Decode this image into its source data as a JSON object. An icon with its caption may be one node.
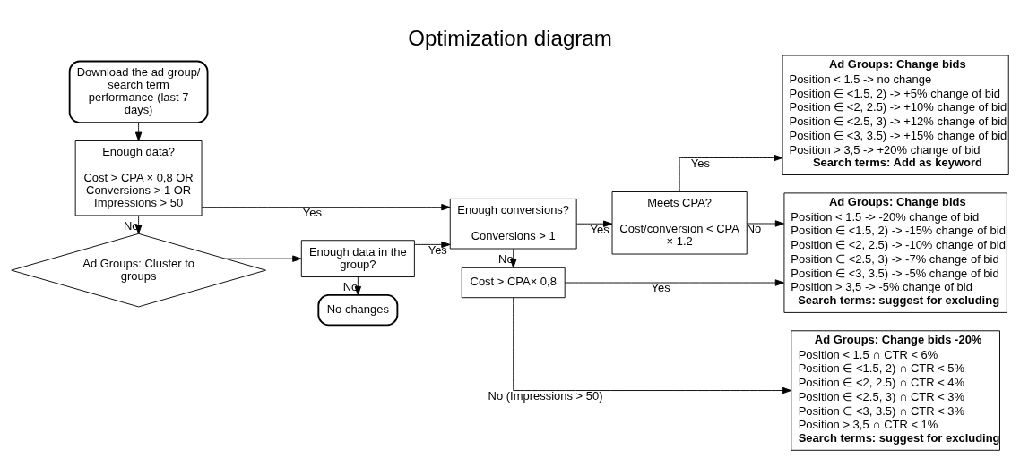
{
  "diagram": {
    "title": "Optimization diagram",
    "nodes": [
      {
        "text": [
          "Download the ad group/ search term performance (last 7 days)"
        ]
      },
      {
        "text": [
          "Enough data?",
          "Cost > CPA × 0,8 OR Conversions > 1 OR Impressions > 50"
        ]
      },
      {
        "text": [
          "Ad Groups: Cluster to groups"
        ]
      },
      {
        "text": [
          "Enough data in the group?"
        ]
      },
      {
        "text": [
          "No changes"
        ]
      },
      {
        "text": [
          "Enough conversions?",
          "Conversions > 1"
        ]
      },
      {
        "text": [
          "Meets CPA?",
          "Cost/conversion < CPA × 1.2"
        ]
      },
      {
        "text": [
          "Cost > CPA× 0,8"
        ]
      },
      {
        "text": [
          "Ad Groups: Change bids",
          "Position < 1.5 -> no change",
          "Position ∈ <1.5, 2) -> +5% change of bid",
          "Position ∈ <2, 2.5) -> +10% change of bid",
          "Position ∈ <2.5, 3) -> +12% change of bid",
          "Position ∈ <3, 3.5) -> +15% change of bid",
          "Position > 3,5 -> +20% change of bid",
          "Search terms: Add as keyword"
        ]
      },
      {
        "text": [
          "Ad Groups: Change bids",
          "Position < 1.5 -> -20% change of bid",
          "Position ∈ <1.5, 2) -> -15% change of bid",
          "Position ∈ <2, 2.5) -> -10% change of bid",
          "Position ∈ <2.5, 3) -> -7% change of bid",
          "Position ∈ <3, 3.5) -> -5% change of bid",
          "Position > 3,5 -> -5% change of bid",
          "Search terms: suggest for excluding"
        ]
      },
      {
        "text": [
          "Ad Groups: Change bids -20%",
          "Position < 1.5 ∩ CTR < 6%",
          "Position ∈ <1.5, 2) ∩ CTR < 5%",
          "Position ∈ <2, 2.5) ∩ CTR < 4%",
          "Position ∈ <2.5, 3) ∩ CTR < 3%",
          "Position ∈ <3, 3.5) ∩ CTR < 3%",
          "Position > 3,5 ∩ CTR < 1%",
          "Search terms: suggest for excluding"
        ]
      }
    ],
    "edges": [
      {
        "from": 0,
        "to": 1,
        "arrow": "to"
      },
      {
        "from": 1,
        "to": 5,
        "label": "Yes",
        "arrow": "to"
      },
      {
        "from": 1,
        "to": 2,
        "label": "No",
        "arrow": "to"
      },
      {
        "from": 2,
        "to": 3,
        "arrow": "to"
      },
      {
        "from": 3,
        "to": 5,
        "label": "Yes",
        "arrow": "to"
      },
      {
        "from": 3,
        "to": 4,
        "label": "No",
        "arrow": "to"
      },
      {
        "from": 5,
        "to": 6,
        "label": "Yes",
        "arrow": "to"
      },
      {
        "from": 5,
        "to": 7,
        "label": "No",
        "arrow": "to"
      },
      {
        "from": 6,
        "to": 8,
        "label": "Yes",
        "arrow": "to"
      },
      {
        "from": 6,
        "to": 9,
        "label": "No",
        "arrow": "to"
      },
      {
        "from": 7,
        "to": 9,
        "label": "Yes",
        "arrow": "to"
      },
      {
        "from": 7,
        "to": 10,
        "label": "No (Impressions > 50)",
        "arrow": "to"
      }
    ]
  }
}
